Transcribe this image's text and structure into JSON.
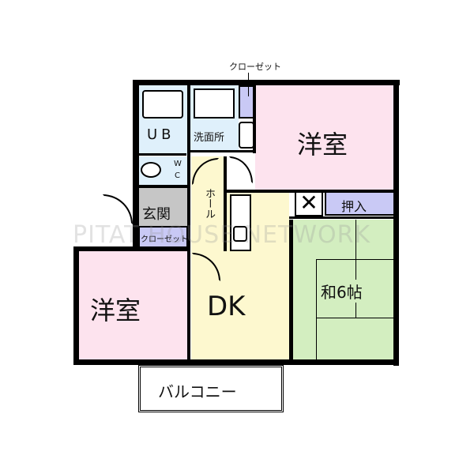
{
  "rooms": {
    "unit_bath": "UB",
    "washroom": "洗面所",
    "closet_top": "クローゼット",
    "wc_w": "W",
    "wc_c": "C",
    "entrance": "玄関",
    "closet_entrance": "クローゼット",
    "hall": "ホール",
    "western_room_1": "洋室",
    "western_room_2": "洋室",
    "dining_kitchen": "DK",
    "oshiire": "押入",
    "japanese_room": "和6帖",
    "balcony": "バルコニー"
  },
  "watermark": "PITAT HOUSE NETWORK",
  "colors": {
    "western": "#fde3ee",
    "wet": "#dff0fb",
    "dk": "#fdf8cf",
    "washitsu": "#d3eec0",
    "storage": "#c9c9f5",
    "entrance": "#c6c6c6"
  }
}
